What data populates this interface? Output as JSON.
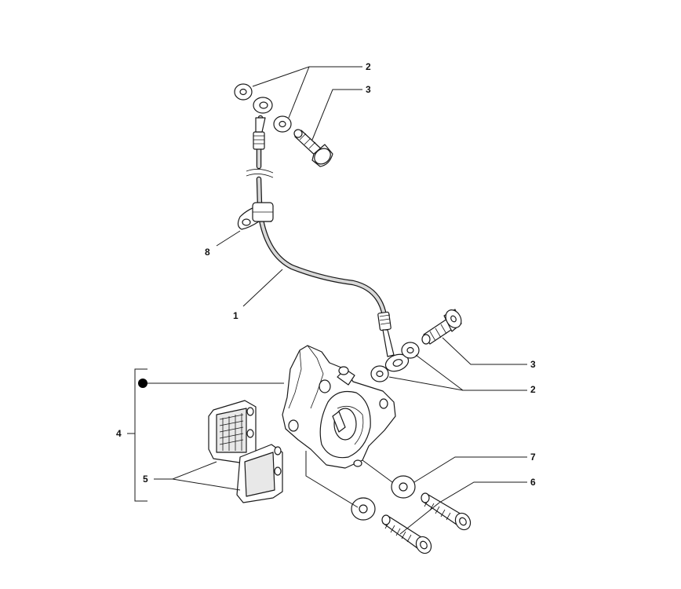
{
  "callouts": {
    "c1": "1",
    "c2_top": "2",
    "c2_bottom": "2",
    "c3_top": "3",
    "c3_bottom": "3",
    "c4": "4",
    "c5": "5",
    "c6": "6",
    "c7": "7",
    "c8": "8"
  }
}
